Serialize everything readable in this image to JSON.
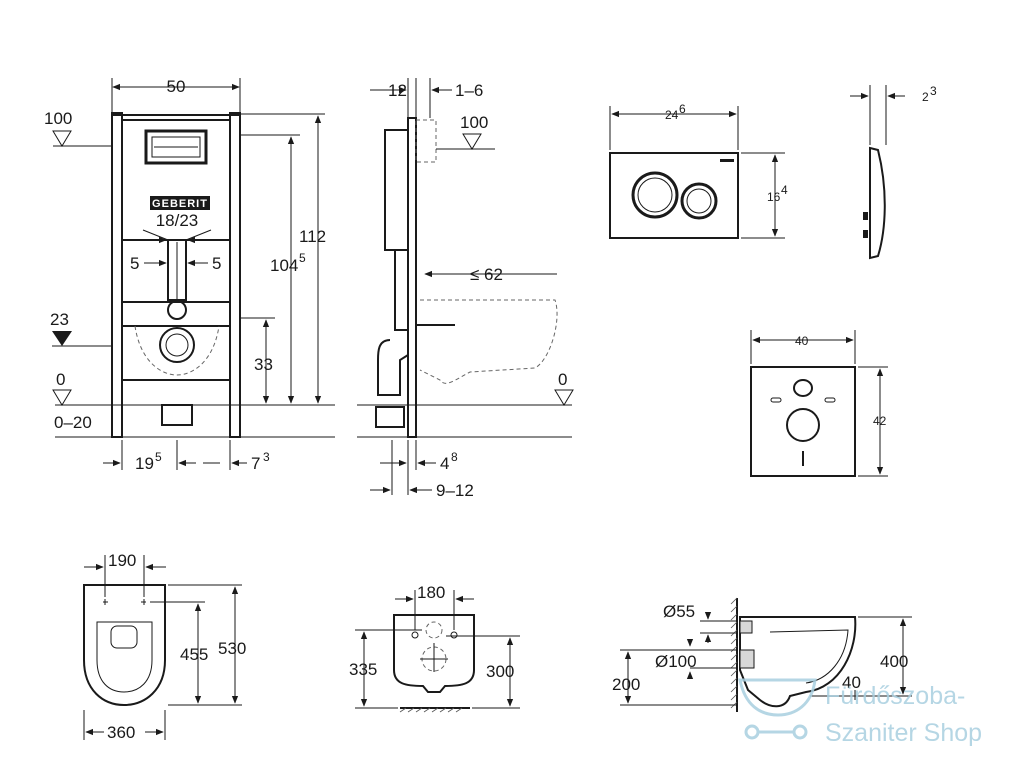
{
  "frame_front": {
    "width": "50",
    "flush_height_left": "100",
    "side_height": "23",
    "floor_level": "0",
    "floor_range": "0–20",
    "pipe_width": "18/23",
    "offset_left": "5",
    "offset_right": "5",
    "height_total": "112",
    "height_105": "104",
    "height_105_sup": "5",
    "height_33": "33",
    "bottom_left": "19",
    "bottom_left_sup": "5",
    "bottom_right": "7",
    "bottom_right_sup": "3",
    "brand": "GEBERIT"
  },
  "frame_side": {
    "depth_top": "12",
    "depth_range": "1–6",
    "flush_height": "100",
    "bowl_max": "≤ 62",
    "floor_level": "0",
    "bottom_a": "4",
    "bottom_a_sup": "8",
    "bottom_b": "9–12"
  },
  "flush_plate": {
    "width": "24",
    "width_sup": "6",
    "height": "16",
    "height_sup": "4",
    "thickness": "2",
    "thickness_sup": "3"
  },
  "gasket": {
    "width": "40",
    "height": "42"
  },
  "bowl_top": {
    "hole_spacing": "190",
    "length_inner": "455",
    "length": "530",
    "width": "360"
  },
  "bowl_rear": {
    "hole_spacing": "180",
    "left_height": "335",
    "right_height": "300"
  },
  "bowl_side": {
    "outlet_top": "Ø55",
    "outlet": "Ø100",
    "height": "200",
    "outlet_height": "40",
    "total_height": "400"
  },
  "watermark": {
    "line1": "Fürdőszoba-",
    "line2": "Szaniter Shop"
  }
}
